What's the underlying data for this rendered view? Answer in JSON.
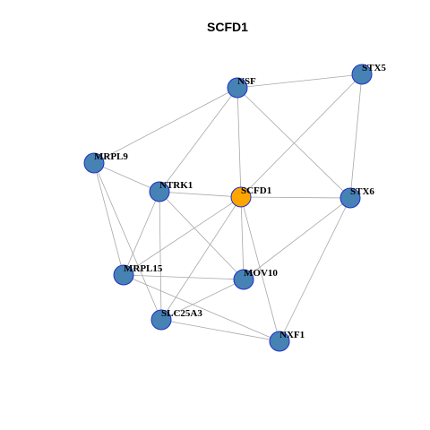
{
  "title": "SCFD1",
  "colors": {
    "node_default": "#4682b4",
    "node_focus": "#ffa500",
    "node_border": "#1f2fc8",
    "edge": "#a8a8a8"
  },
  "nodes": [
    {
      "id": "SCFD1",
      "label": "SCFD1",
      "focus": true
    },
    {
      "id": "NSF",
      "label": "NSF"
    },
    {
      "id": "STX5",
      "label": "STX5"
    },
    {
      "id": "MRPL9",
      "label": "MRPL9"
    },
    {
      "id": "NTRK1",
      "label": "NTRK1"
    },
    {
      "id": "STX6",
      "label": "STX6"
    },
    {
      "id": "MRPL15",
      "label": "MRPL15"
    },
    {
      "id": "MOV10",
      "label": "MOV10"
    },
    {
      "id": "SLC25A3",
      "label": "SLC25A3"
    },
    {
      "id": "NXF1",
      "label": "NXF1"
    }
  ],
  "edges": [
    [
      "NSF",
      "STX5"
    ],
    [
      "NSF",
      "MRPL9"
    ],
    [
      "NSF",
      "NTRK1"
    ],
    [
      "NSF",
      "SCFD1"
    ],
    [
      "NSF",
      "STX6"
    ],
    [
      "STX5",
      "SCFD1"
    ],
    [
      "STX5",
      "STX6"
    ],
    [
      "MRPL9",
      "NTRK1"
    ],
    [
      "MRPL9",
      "MRPL15"
    ],
    [
      "MRPL9",
      "SLC25A3"
    ],
    [
      "NTRK1",
      "SCFD1"
    ],
    [
      "NTRK1",
      "MRPL15"
    ],
    [
      "NTRK1",
      "SLC25A3"
    ],
    [
      "NTRK1",
      "MOV10"
    ],
    [
      "SCFD1",
      "STX6"
    ],
    [
      "SCFD1",
      "MRPL15"
    ],
    [
      "SCFD1",
      "MOV10"
    ],
    [
      "SCFD1",
      "SLC25A3"
    ],
    [
      "SCFD1",
      "NXF1"
    ],
    [
      "STX6",
      "MOV10"
    ],
    [
      "STX6",
      "NXF1"
    ],
    [
      "MRPL15",
      "MOV10"
    ],
    [
      "MRPL15",
      "NXF1"
    ],
    [
      "SLC25A3",
      "MOV10"
    ],
    [
      "SLC25A3",
      "NXF1"
    ]
  ]
}
